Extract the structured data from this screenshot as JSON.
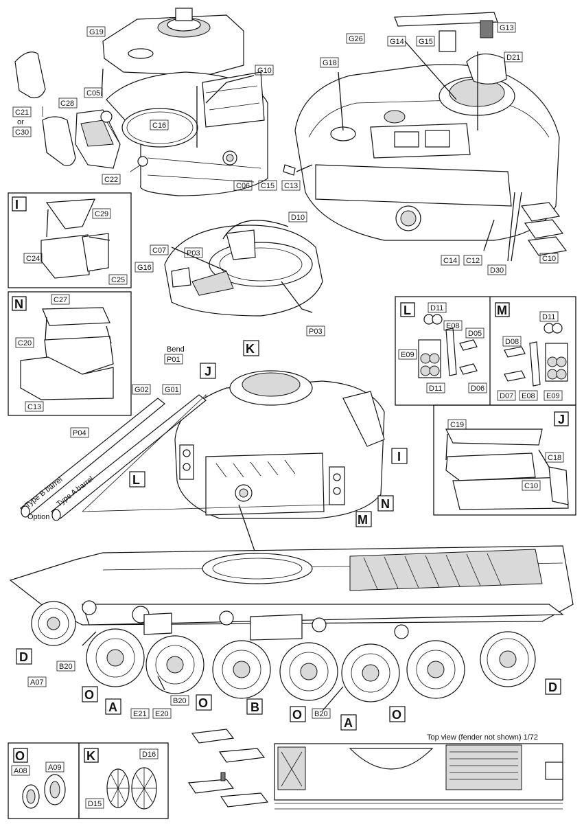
{
  "labels": {
    "g19": "G19",
    "g10": "G10",
    "c05": "C05",
    "c28": "C28",
    "c21": "C21",
    "or": "or",
    "c30": "C30",
    "c16": "C16",
    "c22": "C22",
    "c06": "C06",
    "g13": "G13",
    "g26": "G26",
    "g14": "G14",
    "g15": "G15",
    "d21": "D21",
    "g18": "G18",
    "c15": "C15",
    "c13a": "C13",
    "c14": "C14",
    "c12": "C12",
    "d30": "D30",
    "c10a": "C10",
    "c29": "C29",
    "c24": "C24",
    "c25": "C25",
    "d10": "D10",
    "c07": "C07",
    "p03a": "P03",
    "g16": "G16",
    "p03b": "P03",
    "c27": "C27",
    "c20": "C20",
    "c13b": "C13",
    "d11a": "D11",
    "e08a": "E08",
    "d05": "D05",
    "e09a": "E09",
    "d11b": "D11",
    "d06": "D06",
    "d11c": "D11",
    "d08": "D08",
    "d07": "D07",
    "e08b": "E08",
    "e09b": "E09",
    "bend": "Bend",
    "p01": "P01",
    "g02": "G02",
    "g01": "G01",
    "p04": "P04",
    "type_b": "Type B barrel",
    "type_a": "Type A barrel",
    "option": "Option",
    "c19": "C19",
    "c18": "C18",
    "c10b": "C10",
    "a07": "A07",
    "b20a": "B20",
    "b20b": "B20",
    "b20c": "B20",
    "e21": "E21",
    "e20": "E20",
    "a08": "A08",
    "a09": "A09",
    "d16": "D16",
    "d15": "D15",
    "top_view": "Top view (fender not shown) 1/72"
  },
  "boxes": {
    "I": "I",
    "N": "N",
    "L": "L",
    "M": "M",
    "J": "J",
    "K": "K",
    "O": "O",
    "K_main": "K",
    "J_main": "J",
    "I_main": "I",
    "L_main": "L",
    "N_main": "N",
    "M_main": "M",
    "D1": "D",
    "D2": "D",
    "O1": "O",
    "A1": "A",
    "O2": "O",
    "B1": "B",
    "O3": "O",
    "A2": "A",
    "O4": "O"
  }
}
